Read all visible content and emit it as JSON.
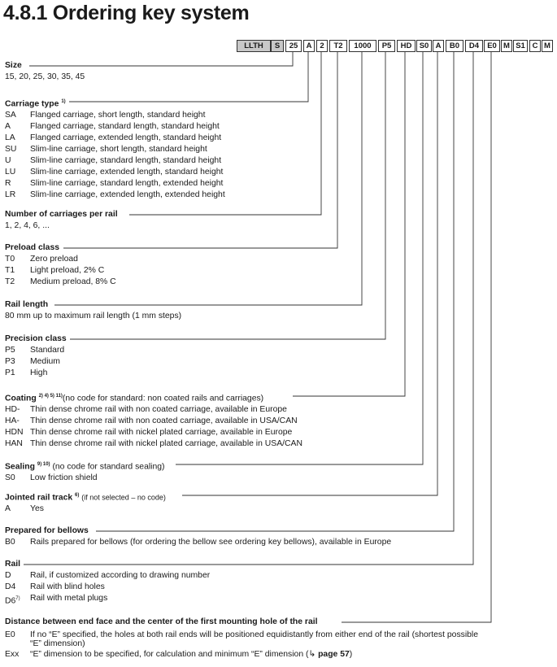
{
  "title": "4.8.1 Ordering key system",
  "key_codes": [
    "LLTH",
    "S",
    "25",
    "A",
    "2",
    "T2",
    "1000",
    "P5",
    "HD",
    "S0",
    "A",
    "B0",
    "D4",
    "E0",
    "M",
    "S1",
    "C",
    "M"
  ],
  "sections": {
    "size": {
      "header": "Size",
      "text": "15, 20, 25, 30, 35, 45"
    },
    "carriage": {
      "header": "Carriage type",
      "sup": "1)",
      "items": [
        {
          "code": "SA",
          "desc": "Flanged carriage, short length, standard height"
        },
        {
          "code": "A",
          "desc": "Flanged carriage, standard length, standard height"
        },
        {
          "code": "LA",
          "desc": "Flanged carriage, extended length, standard height"
        },
        {
          "code": "SU",
          "desc": "Slim-line carriage, short length, standard height"
        },
        {
          "code": "U",
          "desc": "Slim-line carriage, standard length, standard height"
        },
        {
          "code": "LU",
          "desc": "Slim-line carriage, extended length, standard height"
        },
        {
          "code": "R",
          "desc": "Slim-line carriage, standard length, extended height"
        },
        {
          "code": "LR",
          "desc": "Slim-line carriage, extended length, extended height"
        }
      ]
    },
    "count": {
      "header": "Number of carriages per rail",
      "text": "1, 2, 4, 6, ..."
    },
    "preload": {
      "header": "Preload class",
      "items": [
        {
          "code": "T0",
          "desc": "Zero preload"
        },
        {
          "code": "T1",
          "desc": "Light preload, 2% C"
        },
        {
          "code": "T2",
          "desc": "Medium preload, 8% C"
        }
      ]
    },
    "length": {
      "header": "Rail length",
      "text": "80 mm up to maximum rail length (1 mm steps)"
    },
    "precision": {
      "header": "Precision class",
      "items": [
        {
          "code": "P5",
          "desc": "Standard"
        },
        {
          "code": "P3",
          "desc": "Medium"
        },
        {
          "code": "P1",
          "desc": "High"
        }
      ]
    },
    "coating": {
      "header": "Coating",
      "sup": "2) 4) 5) 11)",
      "note": "(no code for standard: non coated rails and carriages)",
      "items": [
        {
          "code": "HD-",
          "desc": "Thin dense chrome rail with non coated carriage, available in Europe"
        },
        {
          "code": "HA-",
          "desc": "Thin dense chrome rail with non coated carriage, available in USA/CAN"
        },
        {
          "code": "HDN",
          "desc": "Thin dense chrome rail with nickel plated carriage, available in Europe"
        },
        {
          "code": "HAN",
          "desc": "Thin dense chrome rail with nickel plated carriage, available in USA/CAN"
        }
      ]
    },
    "sealing": {
      "header": "Sealing",
      "sup": "9) 10)",
      "note": "(no code for standard sealing)",
      "items": [
        {
          "code": "S0",
          "desc": "Low friction shield"
        }
      ]
    },
    "jointed": {
      "header": "Jointed rail track",
      "sup": "6)",
      "note": "(if not selected – no code)",
      "items": [
        {
          "code": "A",
          "desc": "Yes"
        }
      ]
    },
    "bellows": {
      "header": "Prepared for bellows",
      "items": [
        {
          "code": "B0",
          "desc": "Rails prepared for bellows (for ordering the bellow see ordering key bellows), available in Europe"
        }
      ]
    },
    "rail": {
      "header": "Rail",
      "items": [
        {
          "code": "D",
          "desc": "Rail, if customized according to drawing number"
        },
        {
          "code": "D4",
          "desc": "Rail with blind holes"
        },
        {
          "code": "D6",
          "sup": "7)",
          "desc": "Rail with metal plugs"
        }
      ]
    },
    "distance": {
      "header": "Distance between end face and the center of the first mounting hole of the rail",
      "items": [
        {
          "code": "E0",
          "desc": "If no “E” specified, the holes at both rail ends will be positioned equidistantly from either end of the rail (shortest possible “E” dimension)"
        },
        {
          "code": "Exx",
          "desc": "“E” dimension to be specified, for calculation and minimum “E” dimension (↳",
          "ref": "page 57",
          "tail": ")"
        }
      ]
    }
  }
}
